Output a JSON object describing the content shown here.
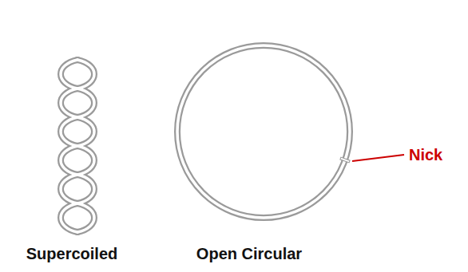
{
  "diagram": {
    "labels": [
      "Supercoiled",
      "Open Circular",
      "Nick"
    ]
  }
}
